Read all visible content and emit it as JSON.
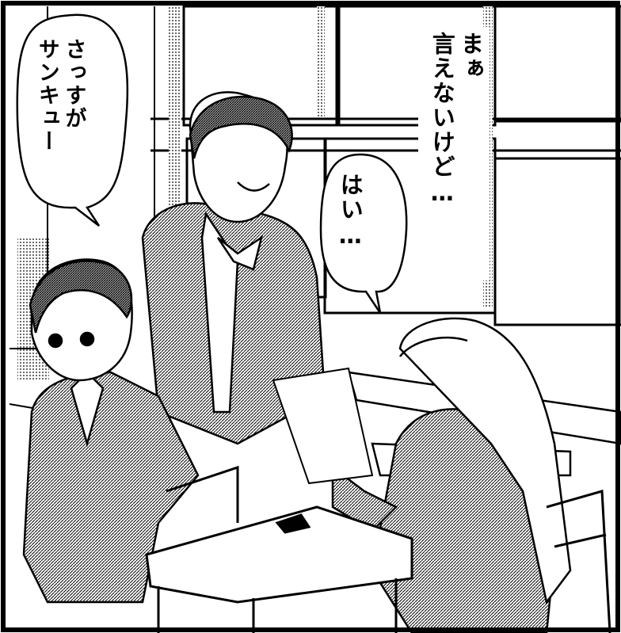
{
  "bubbles": {
    "left": {
      "text": "さっすがサンキュー",
      "line1": "さっすが",
      "line2": "サンキュー"
    },
    "middle": {
      "text": "はい…"
    },
    "narration": {
      "text": "まぁ言えないけど…",
      "line1": "まぁ",
      "line2": "言えないけど…"
    }
  },
  "colors": {
    "ink": "#000000",
    "paper": "#ffffff",
    "tone": "#9a9a9a"
  },
  "scene": {
    "characters": [
      "girl-left-seated",
      "girl-center-standing",
      "girl-right-seated"
    ],
    "setting": "classroom-window"
  }
}
